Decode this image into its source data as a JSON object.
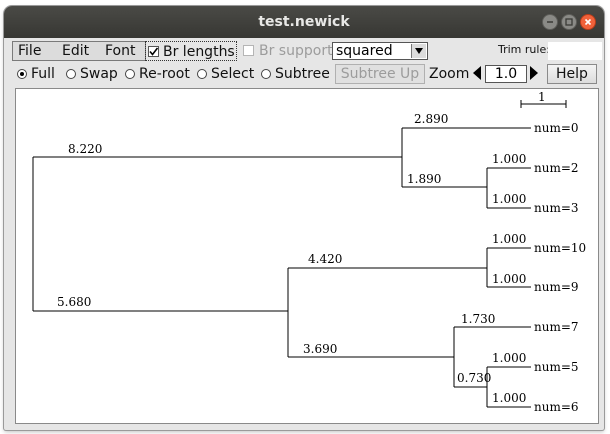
{
  "window": {
    "title": "test.newick"
  },
  "menus": [
    "File",
    "Edit",
    "Font"
  ],
  "toolbar": {
    "br_lengths_label": "Br lengths",
    "br_support_label": "Br support",
    "style_select_value": "squared",
    "trim_rule_label": "Trim rule:"
  },
  "modes": [
    "Full",
    "Swap",
    "Re-root",
    "Select",
    "Subtree"
  ],
  "selected_mode": "Full",
  "buttons": {
    "subtree_up": "Subtree Up",
    "help": "Help"
  },
  "zoom": {
    "label": "Zoom",
    "value": "1.0"
  },
  "tree": {
    "scale_label": "1",
    "branch_labels": [
      "2.890",
      "8.220",
      "1.000",
      "1.890",
      "1.000",
      "4.420",
      "1.000",
      "1.000",
      "5.680",
      "1.730",
      "3.690",
      "1.000",
      "0.730",
      "1.000"
    ],
    "leaves": [
      "num=0",
      "num=2",
      "num=3",
      "num=10",
      "num=9",
      "num=7",
      "num=5",
      "num=6"
    ]
  }
}
